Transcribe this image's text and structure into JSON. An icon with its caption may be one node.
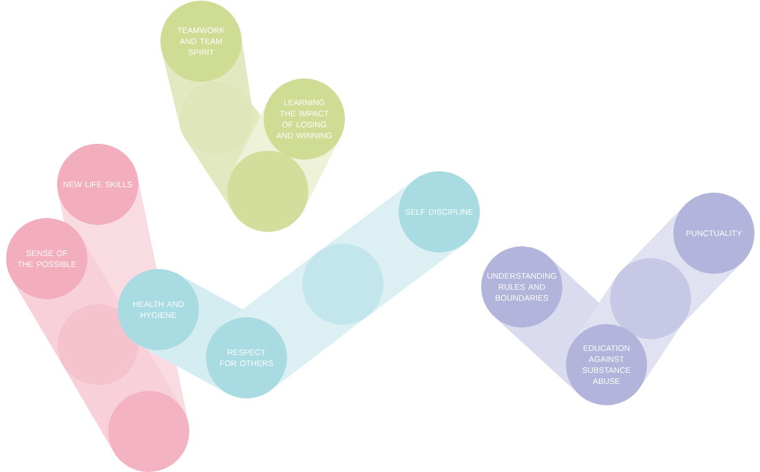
{
  "diagram": {
    "nodes": [
      {
        "text": [
          "TEAMWORK AND TEAM SPIRIT"
        ]
      },
      {
        "text": [],
        "shape": "circle"
      },
      {
        "text": [
          "LEARNING THE IMPACT OF LOSING AND WINNING"
        ]
      },
      {
        "text": [],
        "shape": "circle"
      },
      {
        "text": [
          "NEW LIFE SKILLS"
        ]
      },
      {
        "text": [
          "SELF DISCIPLINE"
        ]
      },
      {
        "text": [
          "PUNCTUALITY"
        ]
      },
      {
        "text": [
          "SENSE OF THE POSSIBLE"
        ]
      },
      {
        "text": [
          "UNDERSTANDING RULES AND BOUNDARIES"
        ]
      },
      {
        "text": [],
        "shape": "circle"
      },
      {
        "text": [],
        "shape": "circle"
      },
      {
        "text": [
          "HEALTH AND HYGIENE"
        ]
      },
      {
        "text": [],
        "shape": "circle"
      },
      {
        "text": [
          "RESPECT FOR OTHERS"
        ]
      },
      {
        "text": [
          "EDUCATION AGAINST SUBSTANCE ABUSE"
        ]
      },
      {
        "text": [],
        "shape": "circle"
      }
    ],
    "edges": [
      {
        "from": 0,
        "to": 1,
        "arrow": "none",
        "color": "#e2e8c0"
      },
      {
        "from": 1,
        "to": 3,
        "arrow": "none",
        "color": "#e2e8c0"
      },
      {
        "from": 2,
        "to": 3,
        "arrow": "none",
        "color": "#eef2d8"
      },
      {
        "from": 4,
        "to": 15,
        "arrow": "none",
        "color": "#f9dbe2"
      },
      {
        "from": 7,
        "to": 12,
        "arrow": "none",
        "color": "#f7d0d9"
      },
      {
        "from": 12,
        "to": 15,
        "arrow": "none",
        "color": "#f7d0d9"
      },
      {
        "from": 11,
        "to": 13,
        "arrow": "none",
        "color": "#d4edf1"
      },
      {
        "from": 13,
        "to": 9,
        "arrow": "none",
        "color": "#dcf0f3"
      },
      {
        "from": 9,
        "to": 5,
        "arrow": "none",
        "color": "#dcf0f3"
      },
      {
        "from": 8,
        "to": 14,
        "arrow": "none",
        "color": "#dadbee"
      },
      {
        "from": 14,
        "to": 10,
        "arrow": "none",
        "color": "#e0e1f1"
      },
      {
        "from": 10,
        "to": 6,
        "arrow": "none",
        "color": "#e0e1f1"
      }
    ]
  }
}
